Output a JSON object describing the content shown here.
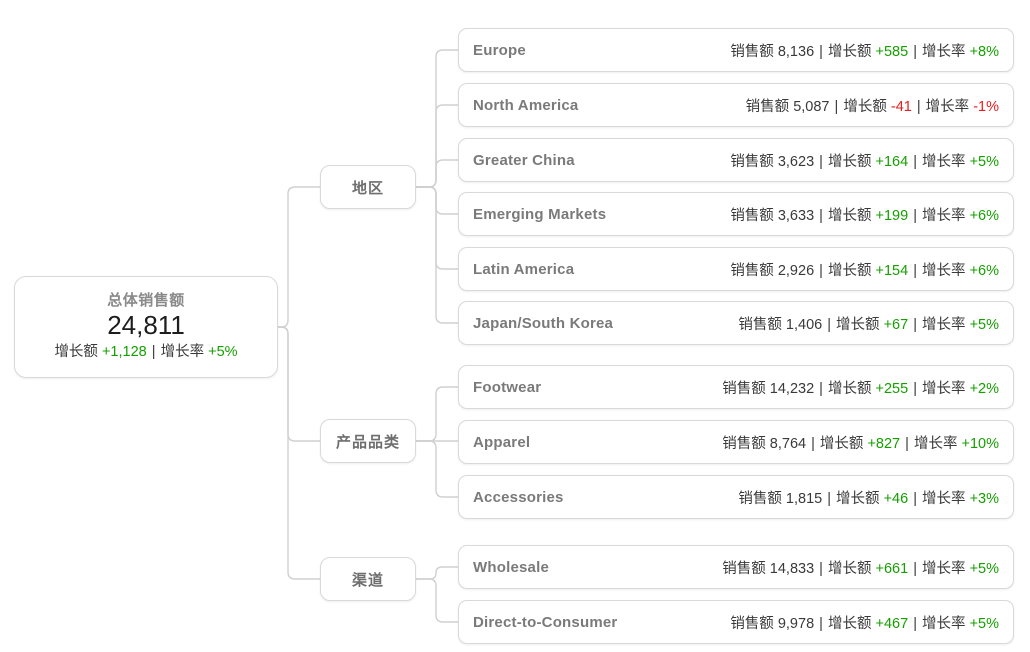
{
  "labels": {
    "sales": "销售额",
    "growth_amount": "增长额",
    "growth_rate": "增长率",
    "separator": "|"
  },
  "colors": {
    "positive": "#15a000",
    "negative": "#ec1c1c",
    "card_border": "#d9d9d9",
    "leaf_name": "#7a7a7a",
    "branch_label": "#6e6e6e",
    "root_title": "#8a8a8a",
    "root_value": "#1d1d1d"
  },
  "root": {
    "title": "总体销售额",
    "value": "24,811",
    "growth_amount": "+1,128",
    "growth_amount_sign": "pos",
    "growth_rate": "+5%",
    "growth_rate_sign": "pos"
  },
  "branches": [
    {
      "id": "region",
      "label": "地区"
    },
    {
      "id": "category",
      "label": "产品品类"
    },
    {
      "id": "channel",
      "label": "渠道"
    }
  ],
  "leaves": [
    {
      "branch": "region",
      "name": "Europe",
      "sales": "8,136",
      "growth_amount": "+585",
      "growth_amount_sign": "pos",
      "growth_rate": "+8%",
      "growth_rate_sign": "pos"
    },
    {
      "branch": "region",
      "name": "North America",
      "sales": "5,087",
      "growth_amount": "-41",
      "growth_amount_sign": "neg",
      "growth_rate": "-1%",
      "growth_rate_sign": "neg"
    },
    {
      "branch": "region",
      "name": "Greater China",
      "sales": "3,623",
      "growth_amount": "+164",
      "growth_amount_sign": "pos",
      "growth_rate": "+5%",
      "growth_rate_sign": "pos"
    },
    {
      "branch": "region",
      "name": "Emerging Markets",
      "sales": "3,633",
      "growth_amount": "+199",
      "growth_amount_sign": "pos",
      "growth_rate": "+6%",
      "growth_rate_sign": "pos"
    },
    {
      "branch": "region",
      "name": "Latin America",
      "sales": "2,926",
      "growth_amount": "+154",
      "growth_amount_sign": "pos",
      "growth_rate": "+6%",
      "growth_rate_sign": "pos"
    },
    {
      "branch": "region",
      "name": "Japan/South Korea",
      "sales": "1,406",
      "growth_amount": "+67",
      "growth_amount_sign": "pos",
      "growth_rate": "+5%",
      "growth_rate_sign": "pos"
    },
    {
      "branch": "category",
      "name": "Footwear",
      "sales": "14,232",
      "growth_amount": "+255",
      "growth_amount_sign": "pos",
      "growth_rate": "+2%",
      "growth_rate_sign": "pos"
    },
    {
      "branch": "category",
      "name": "Apparel",
      "sales": "8,764",
      "growth_amount": "+827",
      "growth_amount_sign": "pos",
      "growth_rate": "+10%",
      "growth_rate_sign": "pos"
    },
    {
      "branch": "category",
      "name": "Accessories",
      "sales": "1,815",
      "growth_amount": "+46",
      "growth_amount_sign": "pos",
      "growth_rate": "+3%",
      "growth_rate_sign": "pos"
    },
    {
      "branch": "channel",
      "name": "Wholesale",
      "sales": "14,833",
      "growth_amount": "+661",
      "growth_amount_sign": "pos",
      "growth_rate": "+5%",
      "growth_rate_sign": "pos"
    },
    {
      "branch": "channel",
      "name": "Direct-to-Consumer",
      "sales": "9,978",
      "growth_amount": "+467",
      "growth_amount_sign": "pos",
      "growth_rate": "+5%",
      "growth_rate_sign": "pos"
    }
  ]
}
